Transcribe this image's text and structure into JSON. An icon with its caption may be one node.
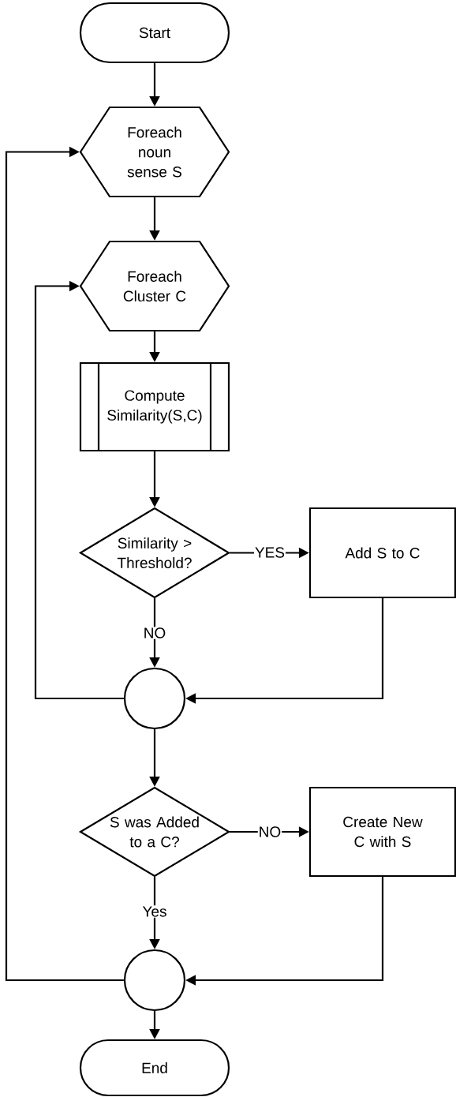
{
  "diagram": {
    "nodes": [
      {
        "text": [
          "Start"
        ]
      },
      {
        "text": [
          "Foreach noun sense S"
        ]
      },
      {
        "text": [
          "Foreach Cluster C"
        ]
      },
      {
        "text": [
          "Compute Similarity(S,C)"
        ]
      },
      {
        "text": [
          "Similarity > Threshold?"
        ]
      },
      {
        "text": [
          "Add S to C"
        ]
      },
      {
        "text": [],
        "shape": "circle"
      },
      {
        "text": [
          "S was Added to a C?"
        ]
      },
      {
        "text": [
          "Create New C with S"
        ]
      },
      {
        "text": [],
        "shape": "circle"
      },
      {
        "text": [
          "End"
        ]
      }
    ],
    "edges": [
      {
        "from": 0,
        "to": 1,
        "arrow": "to"
      },
      {
        "from": 1,
        "to": 2,
        "arrow": "to"
      },
      {
        "from": 2,
        "to": 3,
        "arrow": "to"
      },
      {
        "from": 3,
        "to": 4,
        "arrow": "to"
      },
      {
        "from": 4,
        "to": 5,
        "arrow": "to",
        "label": "YES"
      },
      {
        "from": 4,
        "to": 6,
        "arrow": "to",
        "label": "NO"
      },
      {
        "from": 5,
        "to": 6,
        "arrow": "to"
      },
      {
        "from": 6,
        "to": 2,
        "arrow": "to"
      },
      {
        "from": 6,
        "to": 7,
        "arrow": "to"
      },
      {
        "from": 7,
        "to": 8,
        "arrow": "to",
        "label": "NO"
      },
      {
        "from": 7,
        "to": 9,
        "arrow": "to",
        "label": "Yes"
      },
      {
        "from": 8,
        "to": 9,
        "arrow": "to"
      },
      {
        "from": 9,
        "to": 1,
        "arrow": "to"
      },
      {
        "from": 9,
        "to": 10,
        "arrow": "to"
      }
    ]
  }
}
